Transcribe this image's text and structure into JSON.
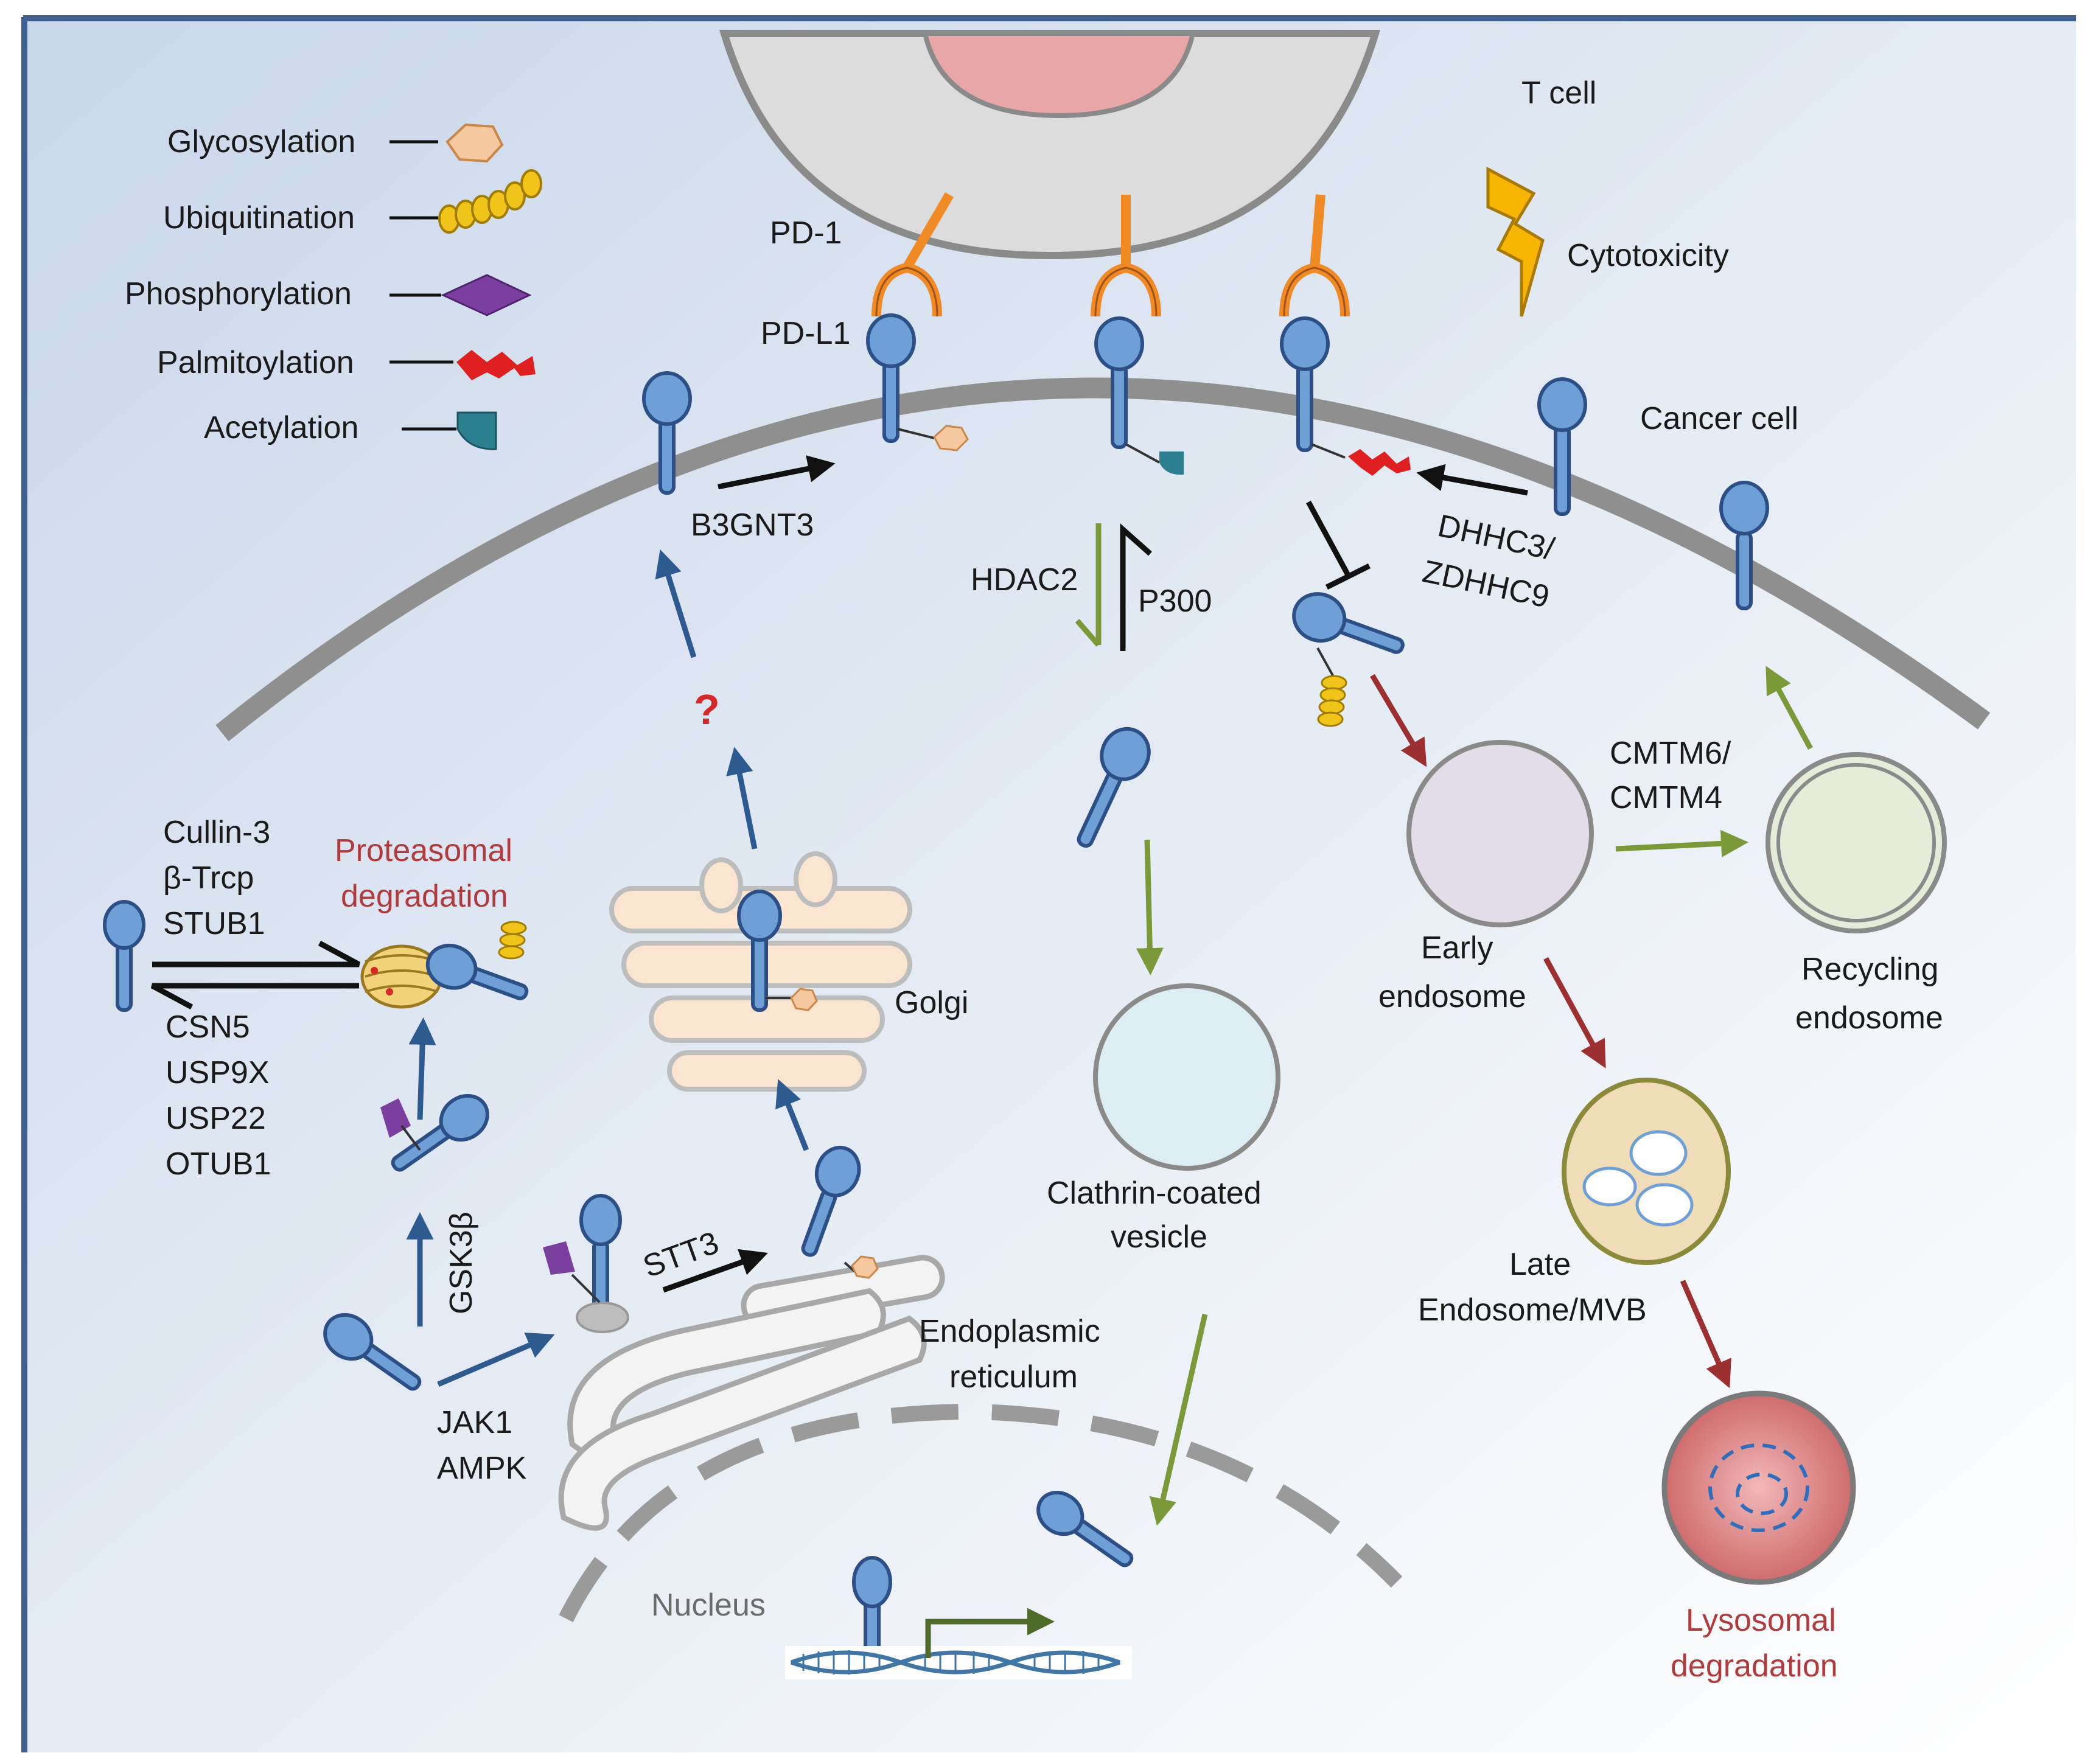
{
  "legend": {
    "glycosylation": "Glycosylation",
    "ubiquitination": "Ubiquitination",
    "phosphorylation": "Phosphorylation",
    "palmitoylation": "Palmitoylation",
    "acetylation": "Acetylation"
  },
  "labels": {
    "t_cell": "T cell",
    "cytotoxicity": "Cytotoxicity",
    "pd1": "PD-1",
    "pdl1": "PD-L1",
    "cancer_cell": "Cancer cell",
    "b3gnt3": "B3GNT3",
    "hdac2": "HDAC2",
    "p300": "P300",
    "dhhc3": "DHHC3/",
    "zdhhc9": "ZDHHC9",
    "question": "?",
    "cullin3": "Cullin-3",
    "btrcp": "β-Trcp",
    "stub1": "STUB1",
    "csn5": "CSN5",
    "usp9x": "USP9X",
    "usp22": "USP22",
    "otub1": "OTUB1",
    "proteasomal_1": "Proteasomal",
    "proteasomal_2": "degradation",
    "gsk3b": "GSK3β",
    "stt3": "STT3",
    "golgi": "Golgi",
    "clathrin_1": "Clathrin-coated",
    "clathrin_2": "vesicle",
    "er_1": "Endoplasmic",
    "er_2": "reticulum",
    "jak1": "JAK1",
    "ampk": "AMPK",
    "nucleus": "Nucleus",
    "early_1": "Early",
    "early_2": "endosome",
    "cmtm6": "CMTM6/",
    "cmtm4": "CMTM4",
    "recycling_1": "Recycling",
    "recycling_2": "endosome",
    "late_1": "Late",
    "late_2": "Endosome/MVB",
    "lysosomal_1": "Lysosomal",
    "lysosomal_2": "degradation"
  },
  "colors": {
    "pdl1_fill": "#6e9fd6",
    "pdl1_stroke": "#2c4f86",
    "pd1": "#f08a24",
    "arrow_blue": "#2d5b8f",
    "arrow_green": "#7a9a3a",
    "arrow_red": "#9c2f2f",
    "membrane": "#8f8f8f",
    "glycosylation": "#f6c89f",
    "ubiquitination": "#f0c419",
    "phosphorylation": "#7b3fa0",
    "palmitoylation": "#e02020",
    "acetylation": "#2b7f8f",
    "cytotoxicity": "#f7b500"
  },
  "icons": {
    "pdl1": "pd-l1-receptor-icon",
    "pd1": "pd-1-receptor-icon",
    "lightning": "lightning-bolt-icon",
    "proteasome": "proteasome-icon",
    "dna": "dna-helix-icon"
  }
}
